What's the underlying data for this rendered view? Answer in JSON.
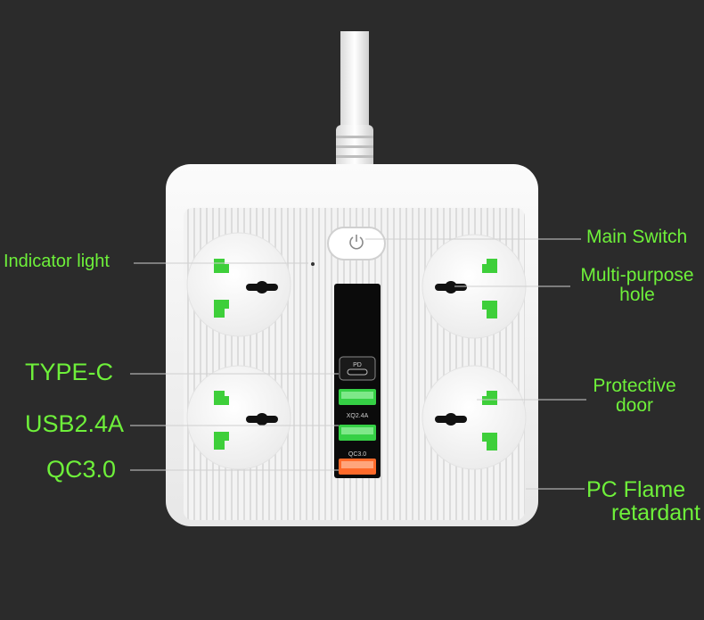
{
  "labels": {
    "indicator_light": "Indicator light",
    "type_c": "TYPE-C",
    "usb": "USB2.4A",
    "qc": "QC3.0",
    "main_switch": "Main Switch",
    "multi_purpose_line1": "Multi-purpose",
    "multi_purpose_line2": "hole",
    "protective_line1": "Protective",
    "protective_line2": "door",
    "pc_line1": "PC Flame",
    "pc_line2": "retardant"
  },
  "port_labels": {
    "pd": "PD",
    "usb_mid": "XQ2.4A",
    "qc": "QC3.0"
  },
  "colors": {
    "background": "#2b2b2b",
    "label_green": "#6ef03a",
    "socket_green": "#3ecf3a",
    "body_white": "#f4f4f4",
    "usb_green": "#35d045",
    "qc_orange": "#ff6a2a"
  },
  "icons": {
    "switch": "power-icon"
  }
}
